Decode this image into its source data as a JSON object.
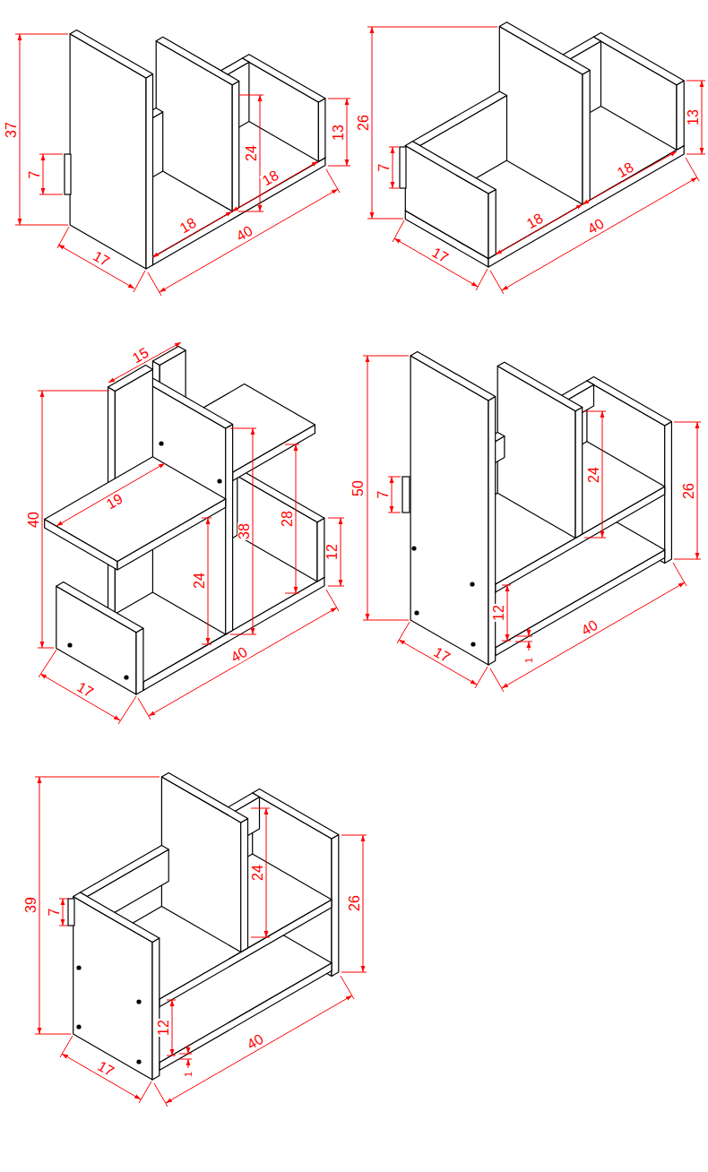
{
  "diagram": {
    "labels": [
      "37",
      "7",
      "24",
      "13",
      "18",
      "18",
      "17",
      "40",
      "26",
      "7",
      "13",
      "18",
      "18",
      "17",
      "40",
      "15",
      "19",
      "40",
      "38",
      "28",
      "24",
      "12",
      "17",
      "40",
      "50",
      "7",
      "24",
      "26",
      "12",
      "1",
      "17",
      "40",
      "39",
      "7",
      "24",
      "26",
      "12",
      "1",
      "17",
      "40"
    ]
  }
}
